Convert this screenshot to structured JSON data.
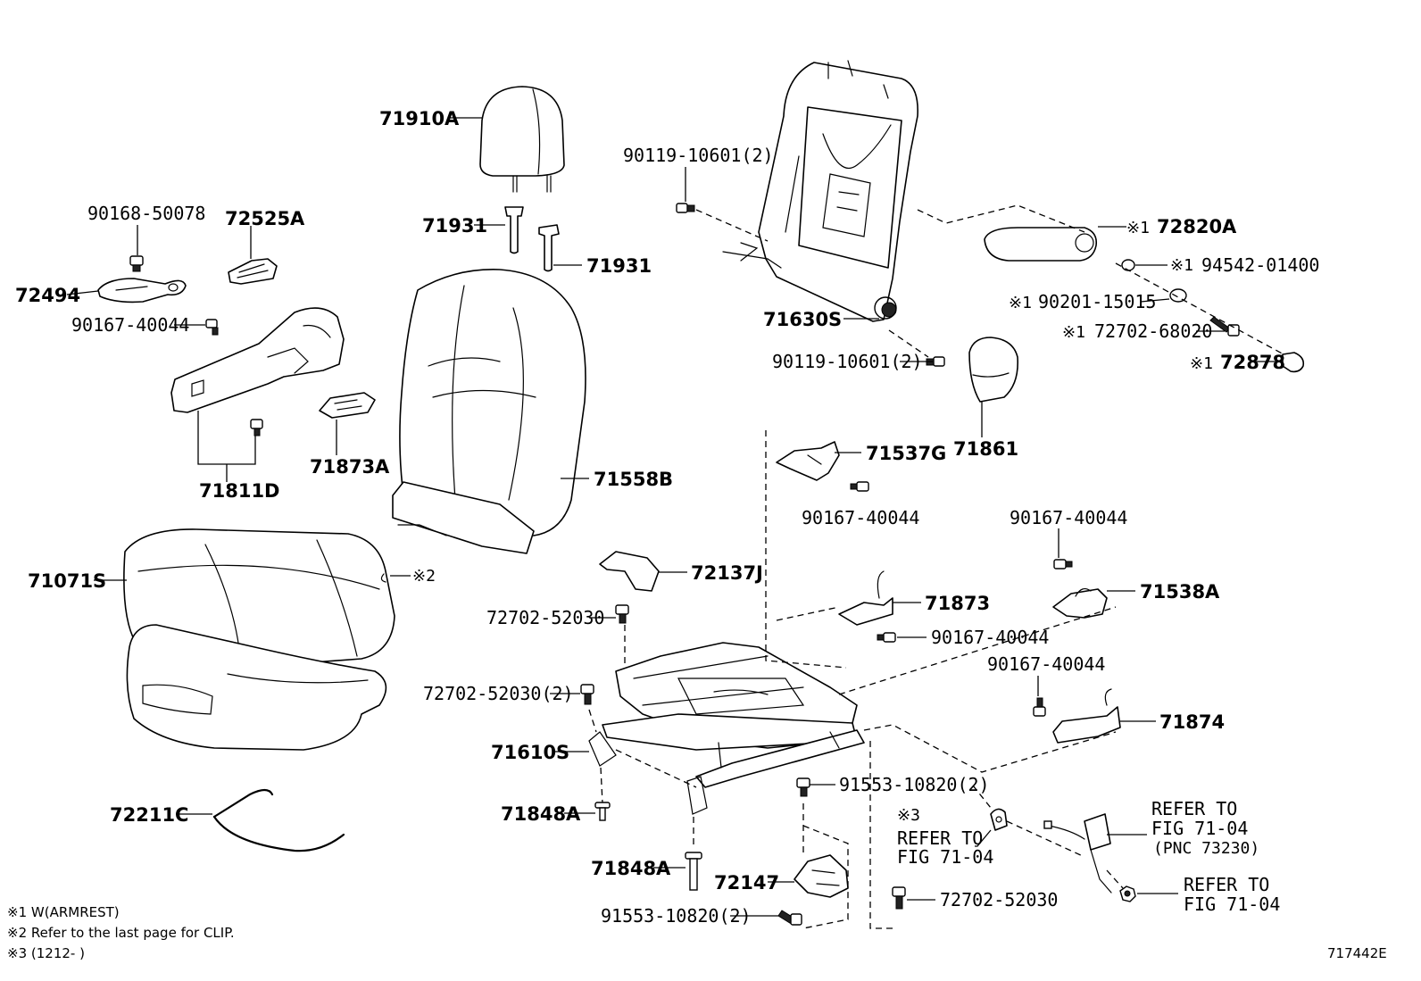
{
  "parts": {
    "p71910A": "71910A",
    "p71931_a": "71931",
    "p71931_b": "71931",
    "p90168_50078": "90168-50078",
    "p72525A": "72525A",
    "p72494": "72494",
    "p90167_40044_a": "90167-40044",
    "p71811D": "71811D",
    "p71873A": "71873A",
    "p71558B": "71558B",
    "p71071S": "71071S",
    "p90119_10601_top": "90119-10601(2)",
    "p72820A": "72820A",
    "p94542_01400": "94542-01400",
    "p90201_15015": "90201-15015",
    "p72702_68020": "72702-68020",
    "p72878": "72878",
    "p71630S": "71630S",
    "p90119_10601_mid": "90119-10601(2)",
    "p71861": "71861",
    "p71537G": "71537G",
    "p90167_40044_b": "90167-40044",
    "p90167_40044_c": "90167-40044",
    "p71538A": "71538A",
    "p72137J": "72137J",
    "p71873": "71873",
    "p90167_40044_d": "90167-40044",
    "p72702_52030_a": "72702-52030",
    "p72702_52030_2": "72702-52030(2)",
    "p90167_40044_e": "90167-40044",
    "p71874": "71874",
    "p71610S": "71610S",
    "p71848A_a": "71848A",
    "p71848A_b": "71848A",
    "p91553_10820_a": "91553-10820(2)",
    "p72147": "72147",
    "p91553_10820_b": "91553-10820(2)",
    "p72702_52030_b": "72702-52030",
    "p72211C": "72211C"
  },
  "marks": {
    "m1_72820A": "※1",
    "m1_94542": "※1",
    "m1_90201": "※1",
    "m1_72702": "※1",
    "m1_72878": "※1",
    "m2_clip": "※2",
    "m3_refer": "※3"
  },
  "refs": {
    "refer_to_1": "REFER TO",
    "fig_1": "FIG 71-04",
    "refer_to_2": "REFER TO",
    "fig_2": "FIG 71-04",
    "pnc": "(PNC 73230)",
    "refer_to_3": "REFER TO",
    "fig_3": "FIG 71-04"
  },
  "notes": {
    "note1": "※1 W(ARMREST)",
    "note2": "※2 Refer to the last page for CLIP.",
    "note3": "※3 (1212-        )"
  },
  "figure_id": "717442E"
}
